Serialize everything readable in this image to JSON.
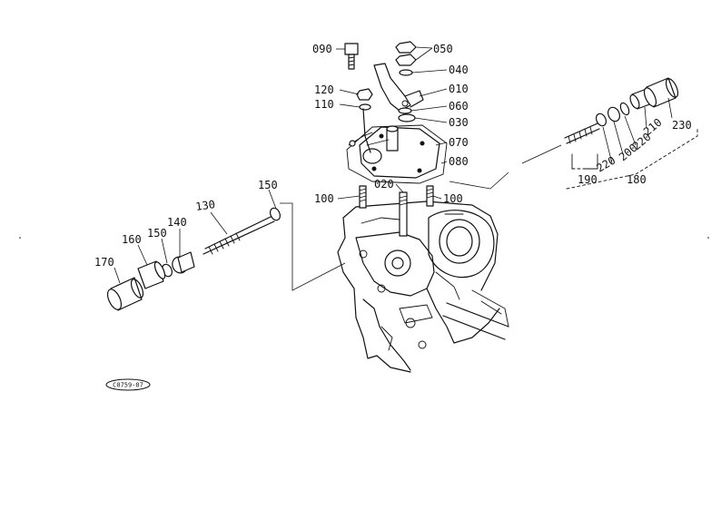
{
  "diagram_code": "C0759-07",
  "callouts": [
    {
      "id": "c050",
      "text": "050"
    },
    {
      "id": "c090",
      "text": "090"
    },
    {
      "id": "c040",
      "text": "040"
    },
    {
      "id": "c010",
      "text": "010"
    },
    {
      "id": "c120",
      "text": "120"
    },
    {
      "id": "c110",
      "text": "110"
    },
    {
      "id": "c060",
      "text": "060"
    },
    {
      "id": "c030",
      "text": "030"
    },
    {
      "id": "c070",
      "text": "070"
    },
    {
      "id": "c080",
      "text": "080"
    },
    {
      "id": "c100a",
      "text": "100"
    },
    {
      "id": "c020",
      "text": "020"
    },
    {
      "id": "c100b",
      "text": "100"
    },
    {
      "id": "c150a",
      "text": "150"
    },
    {
      "id": "c130",
      "text": "130"
    },
    {
      "id": "c140",
      "text": "140"
    },
    {
      "id": "c150b",
      "text": "150"
    },
    {
      "id": "c160",
      "text": "160"
    },
    {
      "id": "c170",
      "text": "170"
    },
    {
      "id": "c230",
      "text": "230"
    },
    {
      "id": "c210",
      "text": "210"
    },
    {
      "id": "c220a",
      "text": "220"
    },
    {
      "id": "c200",
      "text": "200"
    },
    {
      "id": "c220b",
      "text": "220"
    },
    {
      "id": "c180",
      "text": "180"
    },
    {
      "id": "c190",
      "text": "190"
    }
  ]
}
